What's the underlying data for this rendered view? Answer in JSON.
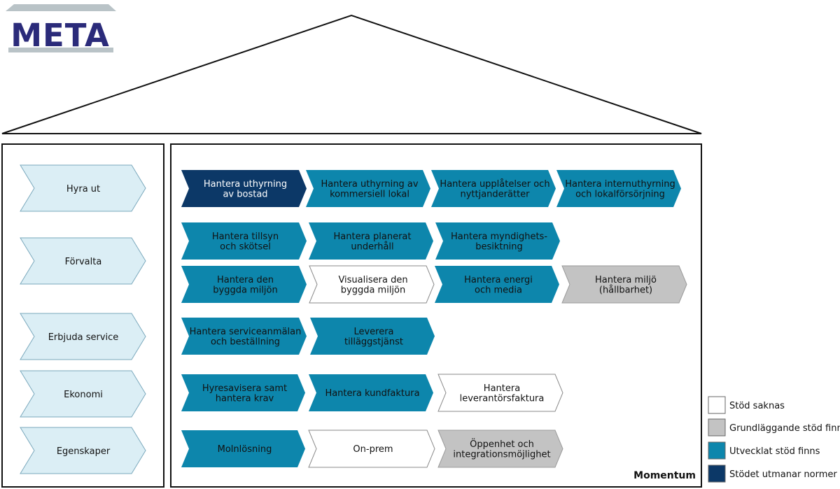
{
  "logo": {
    "text": "META",
    "color": "#2b2b7a"
  },
  "footer_label": "Momentum",
  "colors": {
    "category_fill": "#dbeef5",
    "category_stroke": "#7aa8bc",
    "white": "#ffffff",
    "grey": "#c3c3c3",
    "teal": "#0d86ac",
    "navy": "#0c3867"
  },
  "categories": [
    {
      "label": "Hyra ut"
    },
    {
      "label": "Förvalta"
    },
    {
      "label": "Erbjuda service"
    },
    {
      "label": "Ekonomi"
    },
    {
      "label": "Egenskaper"
    }
  ],
  "process_rows": [
    {
      "items": [
        {
          "lines": [
            "Hantera uthyrning",
            "av bostad"
          ],
          "level": "navy"
        },
        {
          "lines": [
            "Hantera uthyrning av",
            "kommersiell lokal"
          ],
          "level": "teal"
        },
        {
          "lines": [
            "Hantera upplåtelser och",
            "nyttjanderätter"
          ],
          "level": "teal"
        },
        {
          "lines": [
            "Hantera internuthyrning",
            "och lokalförsörjning"
          ],
          "level": "teal"
        }
      ]
    },
    {
      "items": [
        {
          "lines": [
            "Hantera tillsyn",
            "och skötsel"
          ],
          "level": "teal"
        },
        {
          "lines": [
            "Hantera planerat",
            "underhåll"
          ],
          "level": "teal"
        },
        {
          "lines": [
            "Hantera myndighets-",
            "besiktning"
          ],
          "level": "teal"
        }
      ]
    },
    {
      "items": [
        {
          "lines": [
            "Hantera den",
            "byggda miljön"
          ],
          "level": "teal"
        },
        {
          "lines": [
            "Visualisera den",
            "byggda miljön"
          ],
          "level": "white"
        },
        {
          "lines": [
            "Hantera energi",
            "och media"
          ],
          "level": "teal"
        },
        {
          "lines": [
            "Hantera miljö",
            "(hållbarhet)"
          ],
          "level": "grey"
        }
      ]
    },
    {
      "items": [
        {
          "lines": [
            "Hantera serviceanmälan",
            "och beställning"
          ],
          "level": "teal"
        },
        {
          "lines": [
            "Leverera",
            "tilläggstjänst"
          ],
          "level": "teal"
        }
      ]
    },
    {
      "items": [
        {
          "lines": [
            "Hyresavisera samt",
            "hantera krav"
          ],
          "level": "teal"
        },
        {
          "lines": [
            "Hantera kundfaktura"
          ],
          "level": "teal"
        },
        {
          "lines": [
            "Hantera",
            "leverantörsfaktura"
          ],
          "level": "white"
        }
      ]
    },
    {
      "items": [
        {
          "lines": [
            "Molnlösning"
          ],
          "level": "teal"
        },
        {
          "lines": [
            "On-prem"
          ],
          "level": "white"
        },
        {
          "lines": [
            "Öppenhet och",
            "integrationsmöjlighet"
          ],
          "level": "grey"
        }
      ]
    }
  ],
  "legend": [
    {
      "label": "Stöd saknas",
      "level": "white"
    },
    {
      "label": "Grundläggande stöd finns",
      "level": "grey"
    },
    {
      "label": "Utvecklat stöd finns",
      "level": "teal"
    },
    {
      "label": "Stödet utmanar normer",
      "level": "navy"
    }
  ]
}
